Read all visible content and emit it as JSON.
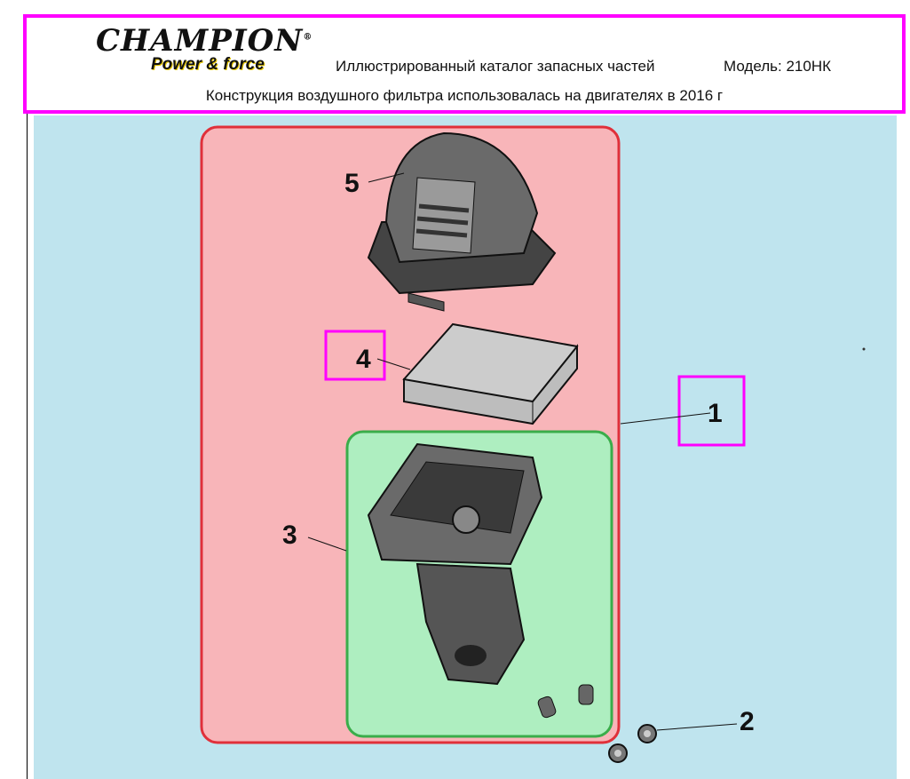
{
  "header": {
    "logo_main": "CHAMPION",
    "logo_registered": "®",
    "logo_tagline": "Power & force",
    "title": "Иллюстрированный каталог запасных частей",
    "model": "Модель: 210НК",
    "subtitle": "Конструкция воздушного фильтра использовалась на двигателях в 2016 г"
  },
  "parts": [
    {
      "number": "1",
      "label_color": "#ff00ff"
    },
    {
      "number": "2"
    },
    {
      "number": "3",
      "group_color": "#aeeec0"
    },
    {
      "number": "4",
      "label_color": "#ff00ff"
    },
    {
      "number": "5"
    }
  ],
  "colors": {
    "panel": "#bfe4ee",
    "assembly_group": "#f8b5b9",
    "assembly_border": "#e0303a",
    "body_group": "#aeeec0",
    "body_border": "#3aad4a",
    "highlight": "#ff00ff"
  }
}
